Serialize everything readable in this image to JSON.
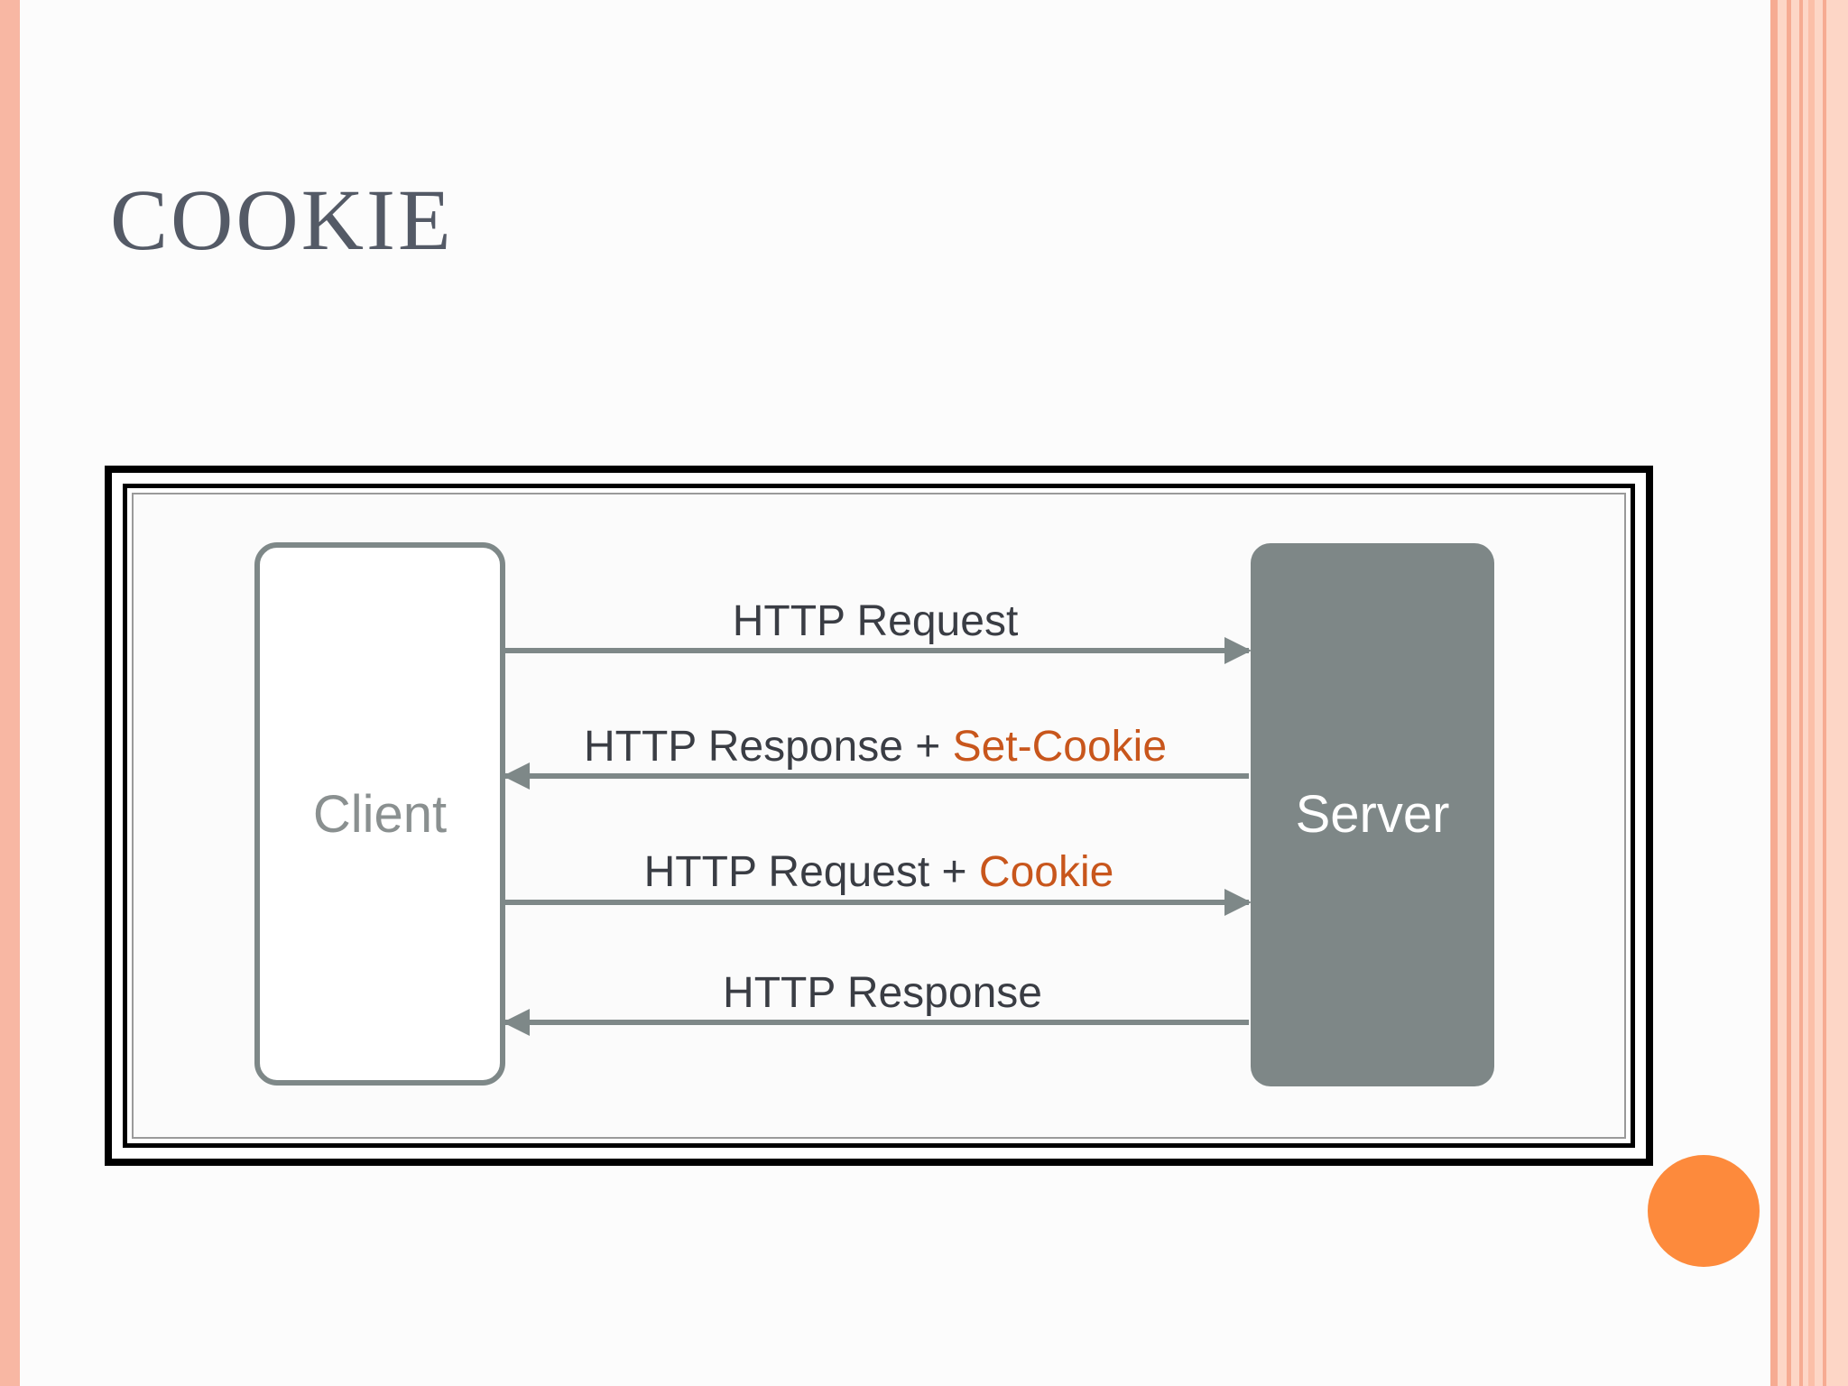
{
  "slide": {
    "title": "COOKIE"
  },
  "diagram": {
    "client_label": "Client",
    "server_label": "Server",
    "messages": [
      {
        "text": "HTTP Request",
        "highlight": "",
        "direction": "to-server"
      },
      {
        "text": "HTTP Response + ",
        "highlight": "Set-Cookie",
        "direction": "to-client"
      },
      {
        "text": "HTTP Request + ",
        "highlight": "Cookie",
        "direction": "to-server"
      },
      {
        "text": "HTTP Response",
        "highlight": "",
        "direction": "to-client"
      }
    ]
  },
  "colors": {
    "title": "#545a66",
    "highlight": "#c8561c",
    "arrow": "#7e8888",
    "server_fill": "#7e8787",
    "accent_dot": "#fd8a3c",
    "stripe": "#f8b7a3"
  }
}
